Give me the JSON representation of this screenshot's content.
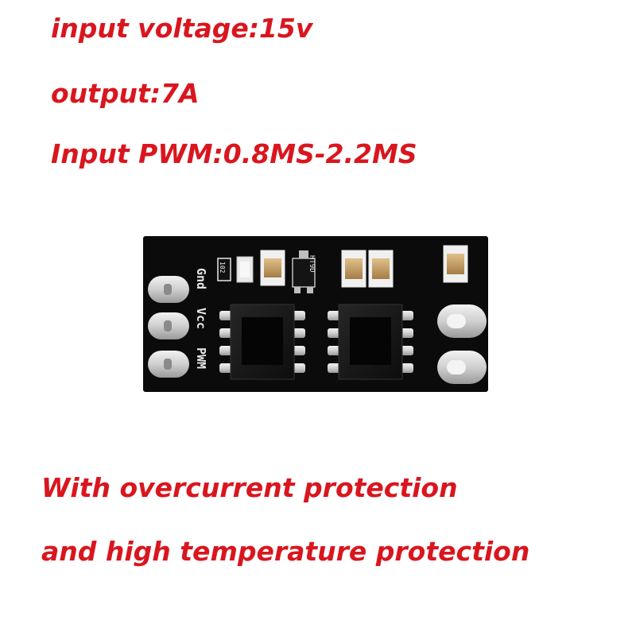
{
  "specs": {
    "input_voltage": "input voltage:15v",
    "output": "output:7A",
    "input_pwm": "Input PWM:0.8MS-2.2MS"
  },
  "features": {
    "line1": "With overcurrent protection",
    "line2": "and high temperature protection"
  },
  "board": {
    "silkscreen": {
      "gnd": "Gnd",
      "vcc": "Vcc",
      "pwm": "PWM",
      "resistor_code": "102",
      "component_mark": "HT9D"
    }
  },
  "colors": {
    "text_red": "#d9161e",
    "pcb_black": "#0b0b0b",
    "pad_silver": "#d8d8d8",
    "silkscreen": "#e8e8e8",
    "capacitor_tan": "#c9a16a"
  }
}
